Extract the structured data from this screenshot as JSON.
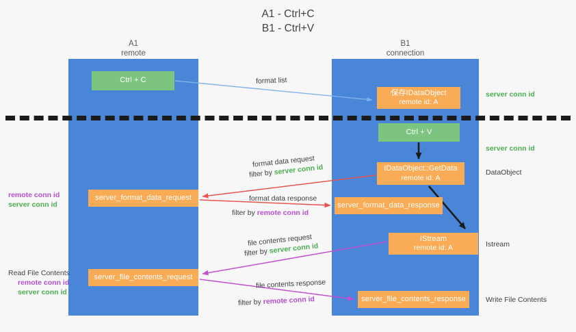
{
  "title": {
    "line1": "A1 - Ctrl+C",
    "line2": "B1 - Ctrl+V"
  },
  "colors": {
    "lane": "#4a86d8",
    "green_box": "#7cc47f",
    "orange_box": "#f9ab55",
    "background": "#f7f7f7",
    "server_conn_id": "#4caf50",
    "remote_conn_id": "#b44fcf",
    "red_arrow": "#e8554e",
    "magenta_arrow": "#c44fd0",
    "blue_arrow": "#7fb3e8",
    "black_arrow": "#1b1b1b",
    "divider": "#1b1b1b"
  },
  "lanes": [
    {
      "name": "A1",
      "sub": "remote"
    },
    {
      "name": "B1",
      "sub": "connection"
    }
  ],
  "boxes": {
    "ctrl_c": {
      "line1": "Ctrl + C"
    },
    "save_idataobject": {
      "line1": "保存IDataObject",
      "line2": "remote id: A"
    },
    "ctrl_v": {
      "line1": "Ctrl + V"
    },
    "getdata": {
      "line1": "IDataObject::GetData",
      "line2": "remote id: A"
    },
    "format_data_request": {
      "line1": "server_format_data_request"
    },
    "format_data_response": {
      "line1": "server_format_data_response"
    },
    "istream": {
      "line1": "IStream",
      "line2": "remote id: A"
    },
    "file_contents_request": {
      "line1": "server_file_contents_request"
    },
    "file_contents_response": {
      "line1": "server_file_contents_response"
    }
  },
  "edge_labels": {
    "format_list": "format list",
    "format_data_request": "format data request",
    "format_data_request_filter_prefix": "filter by ",
    "format_data_request_filter_key": "server conn id",
    "format_data_response": "format data response",
    "format_data_response_filter_prefix": "filter by ",
    "format_data_response_filter_key": "remote conn id",
    "file_contents_request": "file contents request",
    "file_contents_request_filter_prefix": "filter by ",
    "file_contents_request_filter_key": "server conn id",
    "file_contents_response": "file contents response",
    "file_contents_response_filter_prefix": "filter by ",
    "file_contents_response_filter_key": "remote conn id"
  },
  "annotations": {
    "right_server_conn_id_top": "server conn id",
    "right_server_conn_id_mid": "server conn id",
    "dataobject": "DataObject",
    "istream": "Istream",
    "write_file_contents": "Write File Contents",
    "read_file_contents": "Read File Contents",
    "remote_conn_id": "remote conn id",
    "server_conn_id": "server conn id"
  }
}
